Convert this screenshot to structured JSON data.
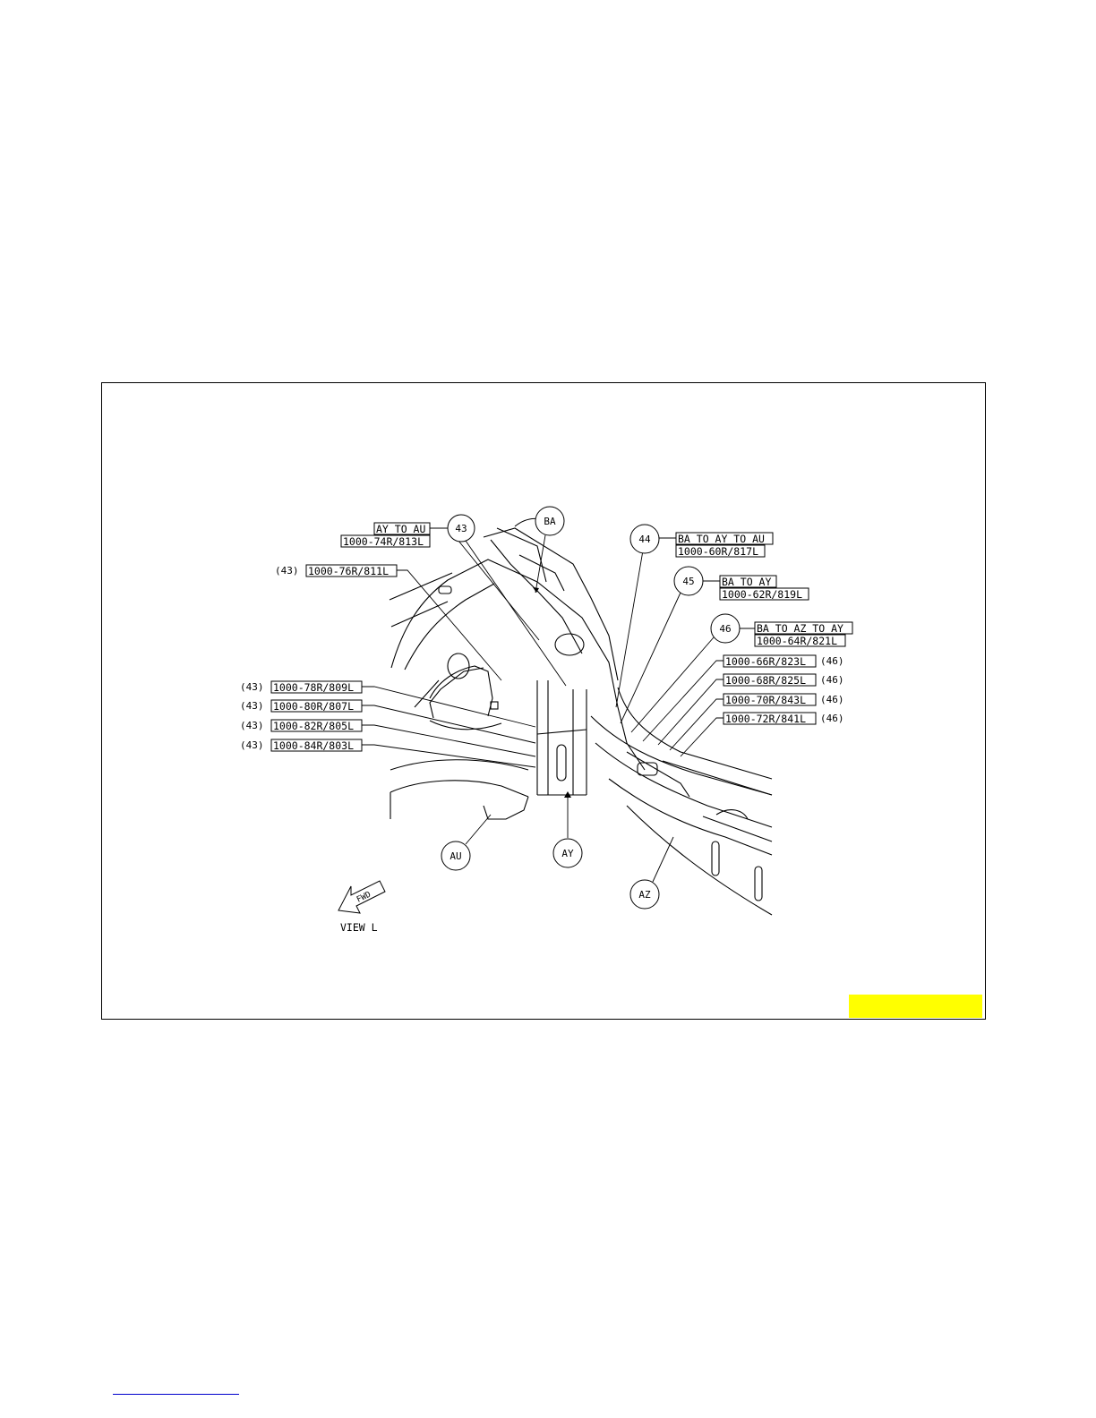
{
  "callouts": [
    {
      "number": "43",
      "part_no": "1000-74R/813L",
      "desc": "AY TO AU"
    },
    {
      "number": "44",
      "part_no": "1000-60R/817L",
      "desc": "BA TO AY TO AU"
    },
    {
      "number": "45",
      "part_no": "1000-62R/819L",
      "desc": "BA TO AY"
    },
    {
      "number": "46",
      "part_no": "1000-64R/821L",
      "desc": "BA TO AZ TO AY"
    }
  ],
  "left_labels": [
    {
      "ref": "(43)",
      "part_no": "1000-76R/811L"
    },
    {
      "ref": "(43)",
      "part_no": "1000-78R/809L"
    },
    {
      "ref": "(43)",
      "part_no": "1000-80R/807L"
    },
    {
      "ref": "(43)",
      "part_no": "1000-82R/805L"
    },
    {
      "ref": "(43)",
      "part_no": "1000-84R/803L"
    }
  ],
  "right_labels": [
    {
      "part_no": "1000-66R/823L",
      "ref": "(46)"
    },
    {
      "part_no": "1000-68R/825L",
      "ref": "(46)"
    },
    {
      "part_no": "1000-70R/843L",
      "ref": "(46)"
    },
    {
      "part_no": "1000-72R/841L",
      "ref": "(46)"
    }
  ],
  "parts": [
    "BA",
    "AU",
    "AY",
    "AZ"
  ],
  "fwd_label": "FWD",
  "view_label": "VIEW L",
  "colors": {
    "highlight": "#ffff00",
    "link": "#0000cc",
    "line": "#000000"
  }
}
